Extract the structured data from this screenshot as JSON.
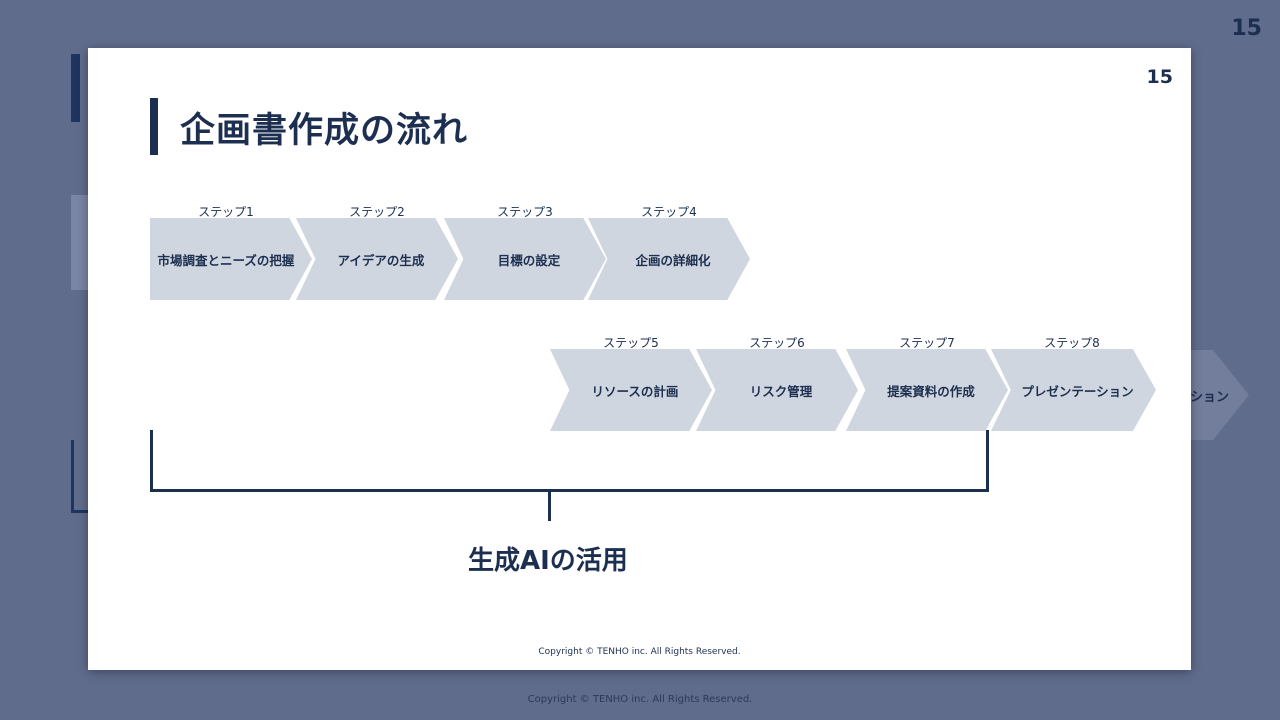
{
  "background": {
    "page_number": "15",
    "copyright": "Copyright © TENHO inc. All Rights Reserved.",
    "partial_arrow_text": "ション"
  },
  "slide": {
    "page_number": "15",
    "title": "企画書作成の流れ",
    "steps": [
      {
        "label": "ステップ1",
        "text": "市場調査とニーズの把握"
      },
      {
        "label": "ステップ2",
        "text": "アイデアの生成"
      },
      {
        "label": "ステップ3",
        "text": "目標の設定"
      },
      {
        "label": "ステップ4",
        "text": "企画の詳細化"
      },
      {
        "label": "ステップ5",
        "text": "リソースの計画"
      },
      {
        "label": "ステップ6",
        "text": "リスク管理"
      },
      {
        "label": "ステップ7",
        "text": "提案資料の作成"
      },
      {
        "label": "ステップ8",
        "text": "プレゼンテーション"
      }
    ],
    "ai_label": "生成AIの活用",
    "copyright": "Copyright © TENHO inc. All Rights Reserved."
  },
  "colors": {
    "navy": "#1d2f50",
    "arrow_fill": "#d0d6df",
    "backdrop": "#5f6c8c"
  }
}
